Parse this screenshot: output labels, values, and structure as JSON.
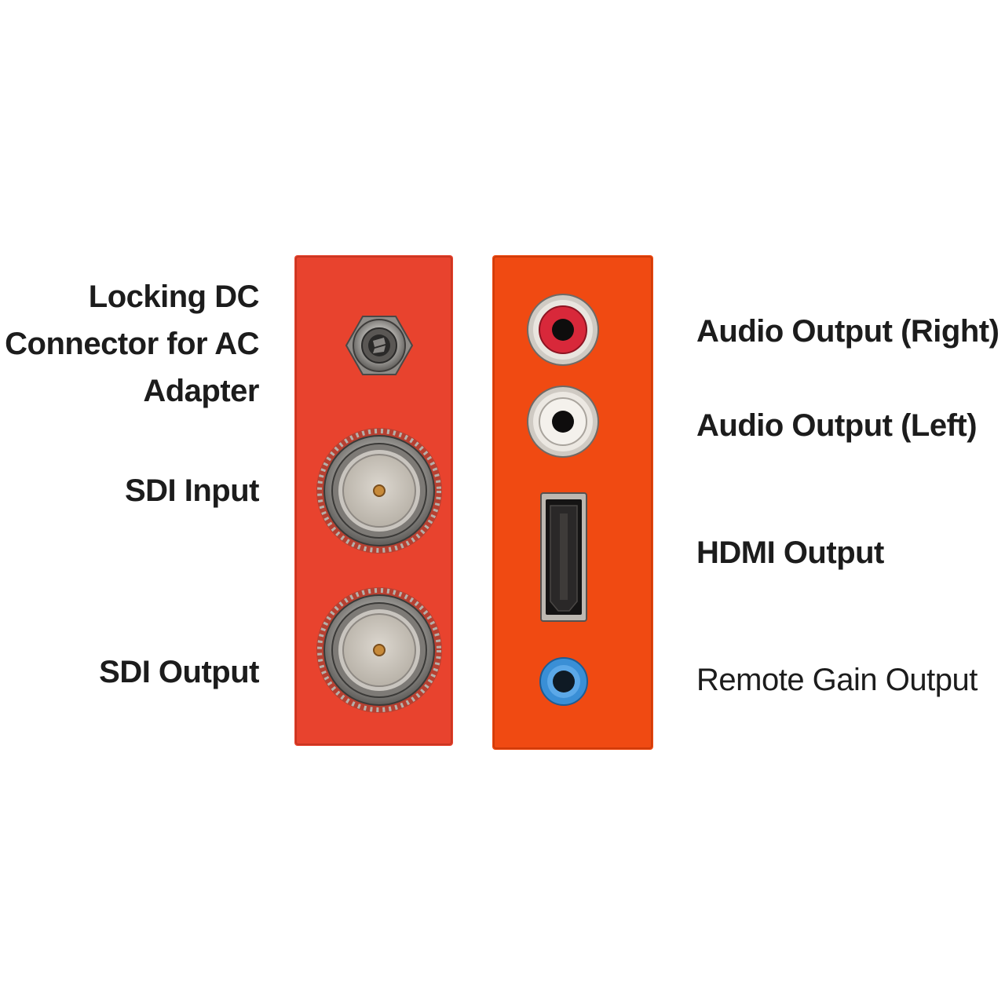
{
  "left_labels": {
    "dc_line1": "Locking DC",
    "dc_line2": "Connector for AC",
    "dc_line3": "Adapter",
    "sdi_input": "SDI Input",
    "sdi_output": "SDI Output"
  },
  "right_labels": {
    "audio_right": "Audio Output (Right)",
    "audio_left": "Audio Output (Left)",
    "hdmi_output": "HDMI Output",
    "remote_gain_output": "Remote Gain Output"
  },
  "colors": {
    "left_panel": "#e8432e",
    "right_panel": "#f04a12",
    "rca_red": "#d8283a",
    "rca_white": "#ece8e2",
    "remote_blue": "#3a8fd6",
    "text": "#1c1c1c"
  }
}
